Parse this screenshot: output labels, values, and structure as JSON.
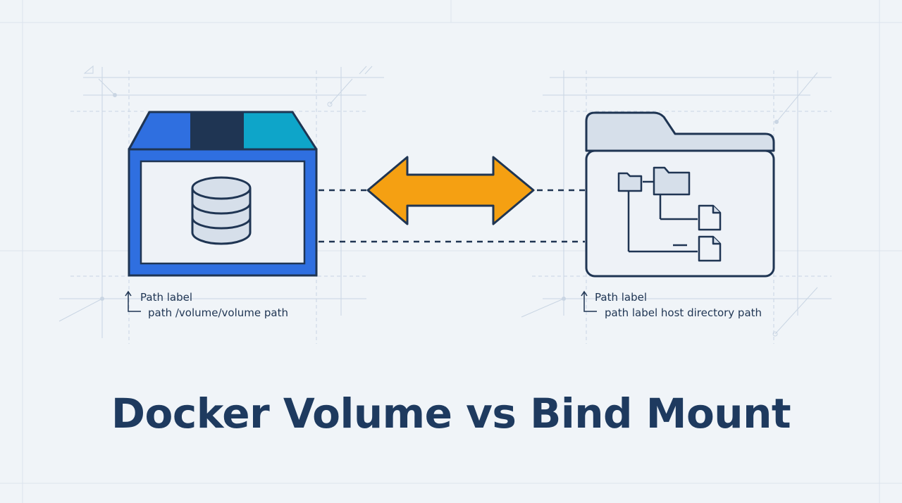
{
  "title": "Docker Volume vs Bind Mount",
  "volume": {
    "label": "Path label",
    "path": "path /volume/volume path"
  },
  "bind_mount": {
    "label": "Path label",
    "path": "path label host directory path"
  },
  "colors": {
    "background": "#f0f4f8",
    "grid": "#d3dde9",
    "volume_blue": "#2f6fe0",
    "volume_navy": "#1f3553",
    "volume_cyan": "#0ea5c9",
    "arrow_orange": "#f5a012",
    "folder_fill": "#d6dfea",
    "title": "#1e3a5f"
  },
  "icons": [
    "database-icon",
    "folder-icon",
    "file-icon",
    "double-arrow-icon"
  ]
}
